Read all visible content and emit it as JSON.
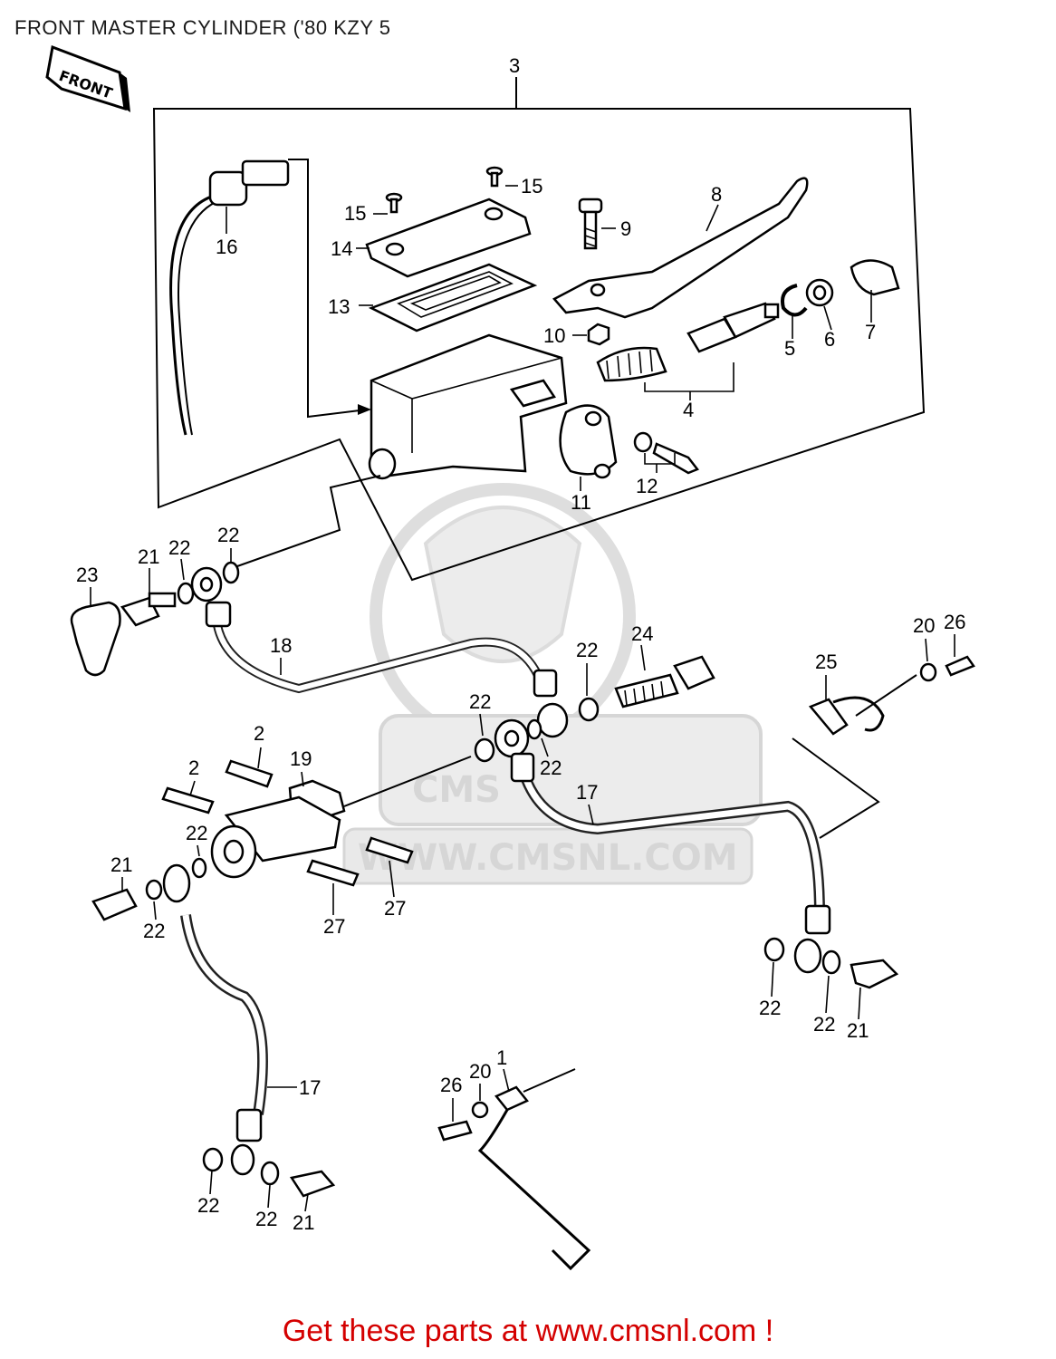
{
  "title": "FRONT MASTER CYLINDER ('80 KZY 5",
  "front_arrow_label": "FRONT",
  "footer_text": "Get these parts at www.cmsnl.com !",
  "watermark": {
    "brand": "CMS",
    "url": "WWW.CMSNL.COM"
  },
  "callouts": {
    "c1": "1",
    "c2a": "2",
    "c2b": "2",
    "c3": "3",
    "c4": "4",
    "c5": "5",
    "c6": "6",
    "c7": "7",
    "c8": "8",
    "c9": "9",
    "c10": "10",
    "c11": "11",
    "c12": "12",
    "c13": "13",
    "c14": "14",
    "c15a": "15",
    "c15b": "15",
    "c16": "16",
    "c17a": "17",
    "c17b": "17",
    "c18": "18",
    "c19": "19",
    "c20a": "20",
    "c20b": "20",
    "c21a": "21",
    "c21b": "21",
    "c21c": "21",
    "c21d": "21",
    "c22a": "22",
    "c22b": "22",
    "c22c": "22",
    "c22d": "22",
    "c22e": "22",
    "c22f": "22",
    "c22g": "22",
    "c22h": "22",
    "c22i": "22",
    "c22j": "22",
    "c22k": "22",
    "c23": "23",
    "c24": "24",
    "c25": "25",
    "c26a": "26",
    "c26b": "26",
    "c27a": "27",
    "c27b": "27"
  }
}
